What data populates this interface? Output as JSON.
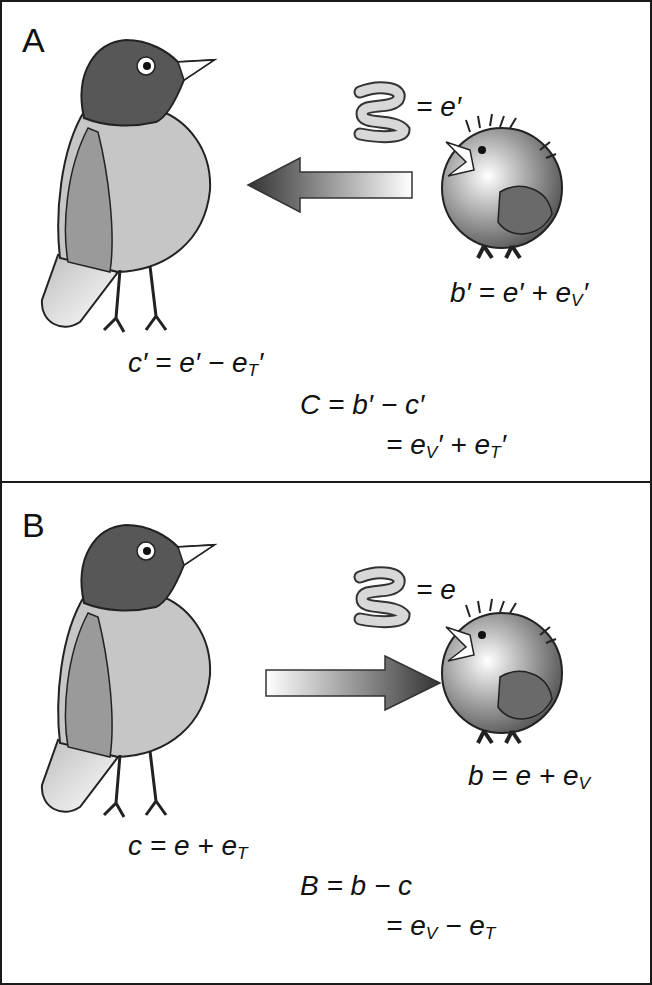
{
  "diagram": {
    "nodes": [
      {
        "text": [
          "A",
          "= e′",
          "b′ = e′ + eV′",
          "c′ = e′ − eT′",
          "C = b′ − c′",
          "= eV′ + eT′"
        ]
      },
      {
        "text": [
          "B",
          "= e",
          "b = e + eV",
          "c = e + eT",
          "B = b − c",
          "= eV − eT"
        ]
      }
    ]
  }
}
